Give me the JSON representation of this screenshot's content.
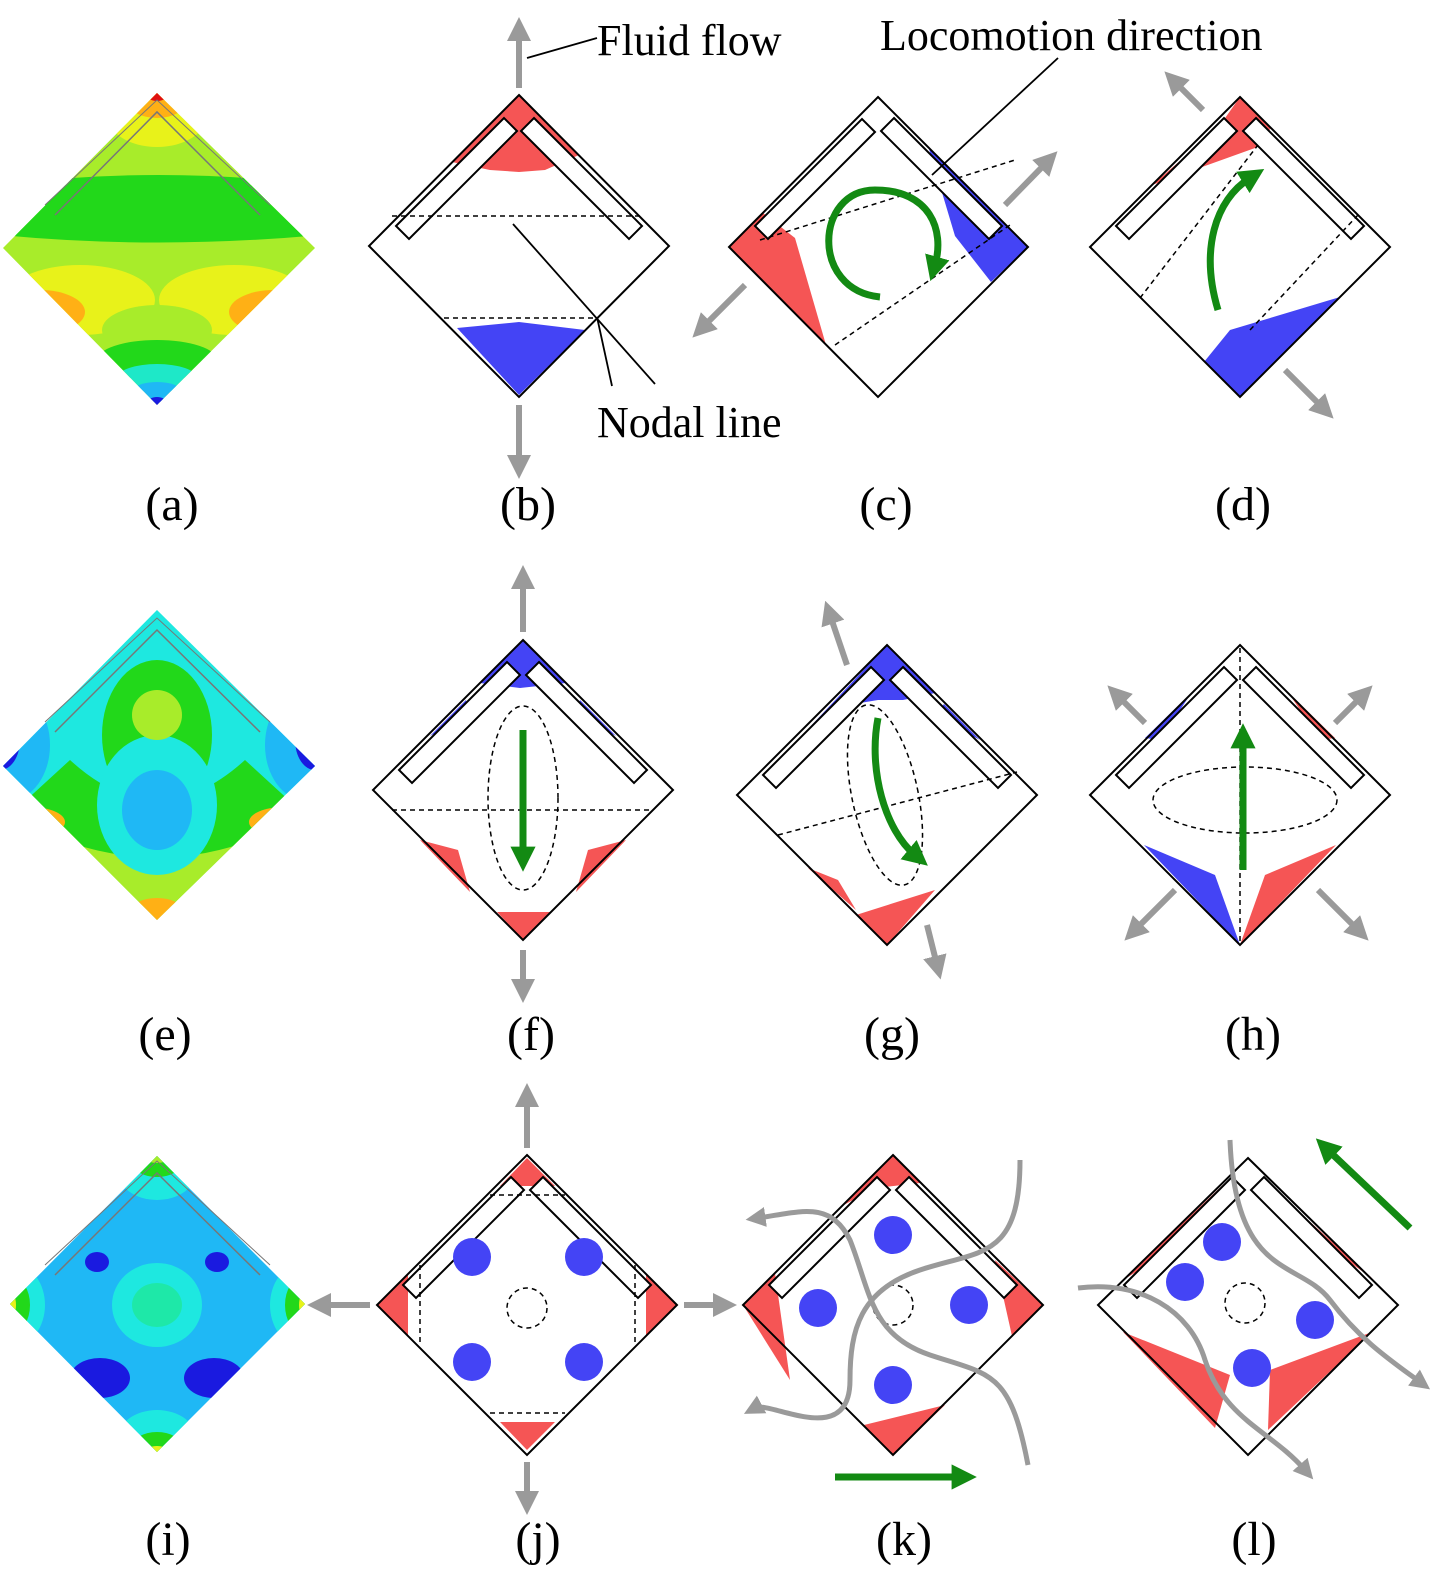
{
  "annotations": {
    "fluid_flow": "Fluid flow",
    "locomotion_direction": "Locomotion direction",
    "nodal_line": "Nodal line"
  },
  "panels": [
    {
      "id": "a",
      "caption": "(a)"
    },
    {
      "id": "b",
      "caption": "(b)"
    },
    {
      "id": "c",
      "caption": "(c)"
    },
    {
      "id": "d",
      "caption": "(d)"
    },
    {
      "id": "e",
      "caption": "(e)"
    },
    {
      "id": "f",
      "caption": "(f)"
    },
    {
      "id": "g",
      "caption": "(g)"
    },
    {
      "id": "h",
      "caption": "(h)"
    },
    {
      "id": "i",
      "caption": "(i)"
    },
    {
      "id": "j",
      "caption": "(j)"
    },
    {
      "id": "k",
      "caption": "(k)"
    },
    {
      "id": "l",
      "caption": "(l)"
    }
  ],
  "colors": {
    "positive": "#f55555",
    "negative": "#4444f5",
    "fluid_arrow": "#9a9a9a",
    "motion_arrow": "#138a13",
    "outline": "#000000"
  }
}
